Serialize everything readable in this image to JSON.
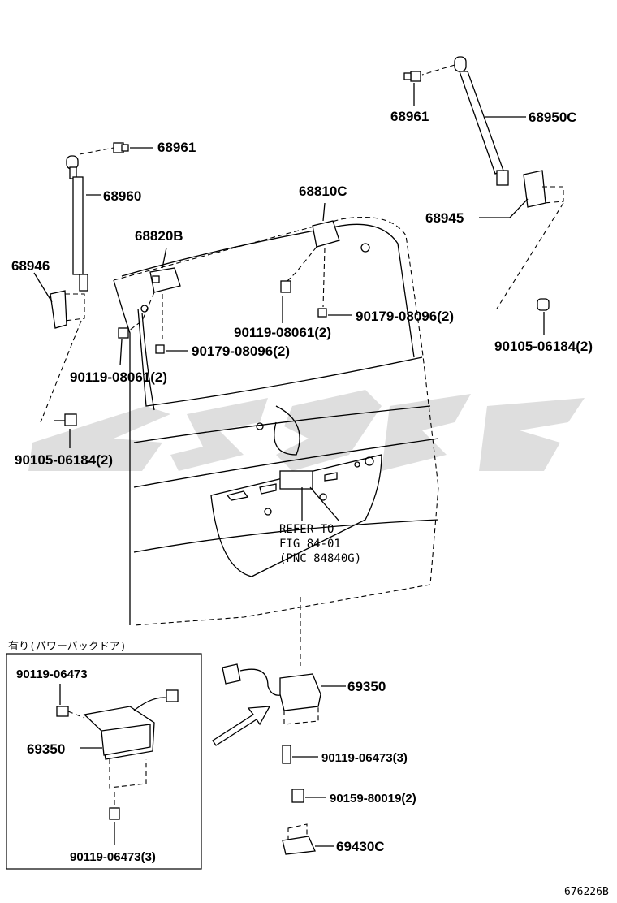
{
  "labels": {
    "p68961_left": "68961",
    "p68960": "68960",
    "p68946": "68946",
    "p68820B": "68820B",
    "p68810C": "68810C",
    "p68961_right": "68961",
    "p68950C": "68950C",
    "p68945": "68945",
    "p90119_08061_a": "90119-08061(2)",
    "p90179_08096_a": "90179-08096(2)",
    "p90179_08096_b": "90179-08096(2)",
    "p90119_08061_b": "90119-08061(2)",
    "p90105_06184_r": "90105-06184(2)",
    "p90105_06184_l": "90105-06184(2)",
    "refer_line1": "REFER TO",
    "refer_line2": "FIG 84-01",
    "refer_line3": "(PNC 84840G)",
    "inset_title": "有り(パワーバックドア)",
    "inset_90119_06473_top": "90119-06473",
    "inset_69350": "69350",
    "inset_90119_06473_bot": "90119-06473(3)",
    "p69350": "69350",
    "p90119_06473": "90119-06473(3)",
    "p90159_80019": "90159-80019(2)",
    "p69430C": "69430C",
    "fig_id": "676226B"
  }
}
